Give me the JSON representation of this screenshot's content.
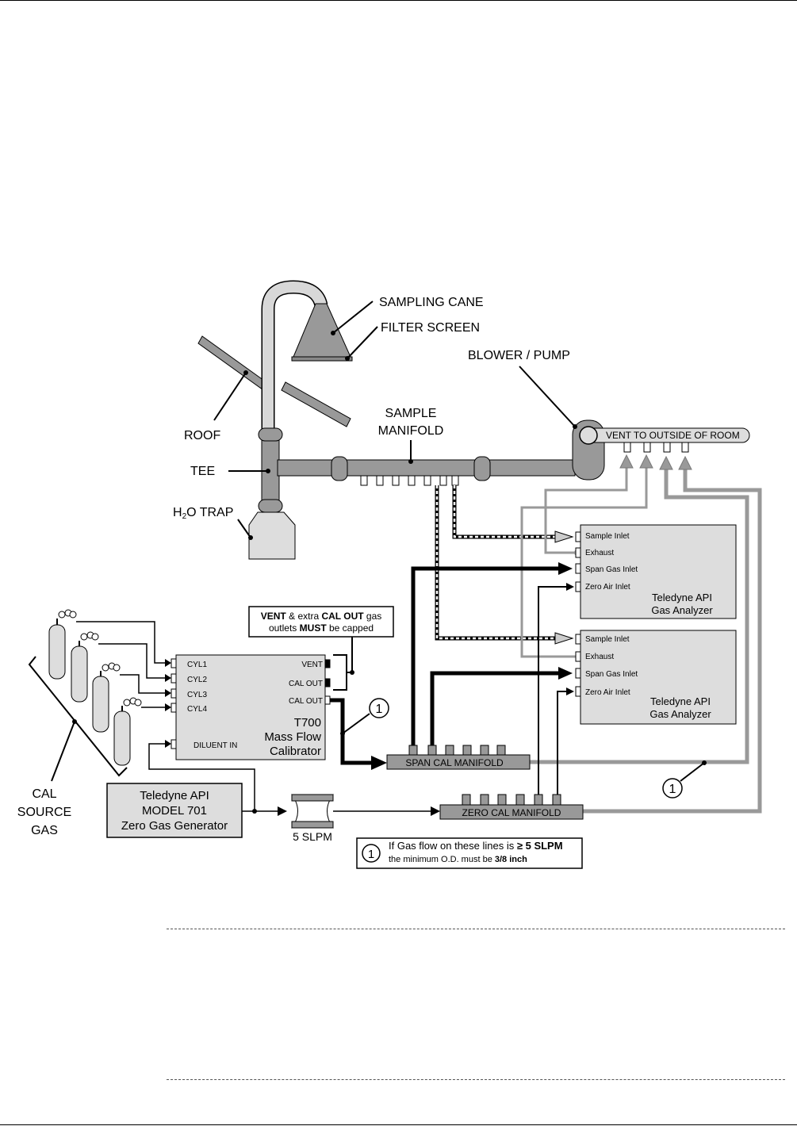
{
  "labels": {
    "sampling_cane": "SAMPLING CANE",
    "filter_screen": "FILTER SCREEN",
    "blower_pump": "BLOWER / PUMP",
    "roof": "ROOF",
    "sample_manifold_1": "SAMPLE",
    "sample_manifold_2": "MANIFOLD",
    "tee": "TEE",
    "h2o_trap_h": "H",
    "h2o_trap_sub": "2",
    "h2o_trap_rest": "O TRAP",
    "vent_outside": "VENT TO OUTSIDE OF ROOM",
    "cal_source_1": "CAL",
    "cal_source_2": "SOURCE",
    "cal_source_3": "GAS",
    "flow_5slpm": "5 SLPM",
    "span_manifold": "SPAN CAL  MANIFOLD",
    "zero_manifold": "ZERO CAL  MANIFOLD",
    "callout_num": "1"
  },
  "vent_note": {
    "line1_a": "VENT",
    "line1_b": " & extra ",
    "line1_c": "CAL OUT",
    "line1_d": " gas",
    "line2_a": "outlets ",
    "line2_b": "MUST",
    "line2_c": " be capped"
  },
  "calibrator": {
    "ports_left": [
      "CYL1",
      "CYL2",
      "CYL3",
      "CYL4"
    ],
    "diluent": "DILUENT IN",
    "vent": "VENT",
    "cal_out_1": "CAL OUT",
    "cal_out_2": "CAL OUT",
    "name_1": "T700",
    "name_2": "Mass Flow",
    "name_3": "Calibrator"
  },
  "zero_gen": {
    "line1": "Teledyne API",
    "line2": "MODEL 701",
    "line3": "Zero Gas Generator"
  },
  "analyzer1": {
    "ports": [
      "Sample Inlet",
      "Exhaust",
      "Span Gas Inlet",
      "Zero Air Inlet"
    ],
    "name_1": "Teledyne API",
    "name_2": "Gas Analyzer"
  },
  "analyzer2": {
    "ports": [
      "Sample Inlet",
      "Exhaust",
      "Span Gas Inlet",
      "Zero Air Inlet"
    ],
    "name_1": "Teledyne API",
    "name_2": "Gas Analyzer"
  },
  "flow_note": {
    "line1_a": "If Gas flow on these lines is ",
    "line1_b": "≥ 5 SLPM",
    "line2_a": "the minimum O.D. must be ",
    "line2_b": "3/8 inch"
  }
}
